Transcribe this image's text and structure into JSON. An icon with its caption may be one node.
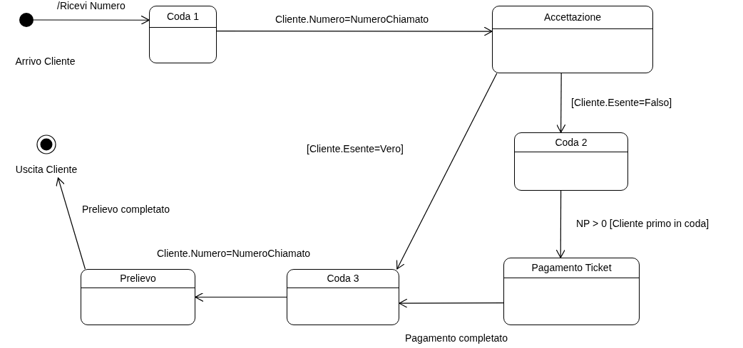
{
  "diagram": {
    "nodes": [
      {
        "text": [],
        "shape": "circle",
        "beside": [
          "Arrivo Cliente"
        ]
      },
      {
        "text": [
          "Coda 1"
        ]
      },
      {
        "text": [
          "Accettazione"
        ]
      },
      {
        "text": [
          "Coda 2"
        ]
      },
      {
        "text": [
          "Pagamento Ticket"
        ]
      },
      {
        "text": [
          "Coda 3"
        ]
      },
      {
        "text": [
          "Prelievo"
        ]
      },
      {
        "text": [],
        "shape": "circle",
        "beside": [
          "Uscita Cliente"
        ]
      }
    ],
    "edges": [
      {
        "from": 0,
        "to": 1,
        "arrow": "to",
        "label": "/Ricevi Numero"
      },
      {
        "from": 1,
        "to": 2,
        "arrow": "to",
        "label": "Cliente.Numero=NumeroChiamato"
      },
      {
        "from": 2,
        "to": 3,
        "arrow": "to",
        "label": "[Cliente.Esente=Falso]"
      },
      {
        "from": 2,
        "to": 5,
        "arrow": "to",
        "label": "[Cliente.Esente=Vero]"
      },
      {
        "from": 3,
        "to": 4,
        "arrow": "to",
        "label": "NP > 0 [Cliente primo in coda]"
      },
      {
        "from": 4,
        "to": 5,
        "arrow": "to",
        "label": "Pagamento completato"
      },
      {
        "from": 5,
        "to": 6,
        "arrow": "to",
        "label": "Cliente.Numero=NumeroChiamato"
      },
      {
        "from": 6,
        "to": 7,
        "arrow": "to",
        "label": "Prelievo completato"
      }
    ]
  }
}
